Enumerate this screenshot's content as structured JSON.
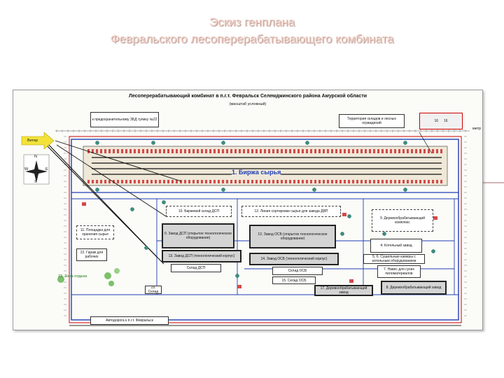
{
  "slide": {
    "title_line1": "Эскиз генплана",
    "title_line2": "Февральского лесоперерабатывающего комбината",
    "title_color": "#f0d2c8"
  },
  "plan": {
    "header": "Лесоперерабатывающий комбинат в п.г.т. Февральск Селемджинского района Амурской области",
    "subheader": "(масштаб условный)",
    "callout_left": "к предохранительному ЗБД тупику №22",
    "callout_right": "Территория складов и лесных ограждений",
    "small_boxes_right": [
      "16",
      "16"
    ],
    "wind_label": "Ветер",
    "compass": [
      "N",
      "W",
      "S",
      "E"
    ],
    "zone1": "1. Биржа сырья",
    "units": [
      {
        "text": "10. Биржевой склад ДСП"
      },
      {
        "text": "12. Линия сортировки сырья для завода ДВП"
      },
      {
        "text": "9. Деревообрабатывающий комплекс"
      },
      {
        "text": "0. Завод ДСП (открытое технологическое оборудование)"
      },
      {
        "text": "13. Завод ОСБ (открытое технологическое оборудование)"
      },
      {
        "text": "4. Котельный завод"
      },
      {
        "text": "11. Площадка для хранения сырья"
      },
      {
        "text": "22. Гараж для рабочих"
      },
      {
        "text": "13. Завод ДСП (технологический корпус)"
      },
      {
        "text": "14. Завод ОСБ (технологический корпус)"
      },
      {
        "text": "5, 6. Сушильные камеры с котельным оборудованием"
      },
      {
        "text": "7. Навес для сухих пиломатериалов"
      },
      {
        "text": "Склад ДСП"
      },
      {
        "text": "Склад ОСБ"
      },
      {
        "text": "15. Склад ОСБ"
      },
      {
        "text": "17. Деревообрабатывающий завод"
      },
      {
        "text": "8. Деревообрабатывающий завод"
      },
      {
        "text": "23. Зона отдыха"
      },
      {
        "text": "19. Склад"
      }
    ],
    "road_label": "Автодорога к п.г.т. Февральск",
    "axis_label": "метр",
    "colors": {
      "rail": "#111111",
      "fence": "#1f3fb5",
      "red_line": "#d00000",
      "stack": "#d24a4a",
      "yard_fill": "#efe8d8"
    }
  }
}
